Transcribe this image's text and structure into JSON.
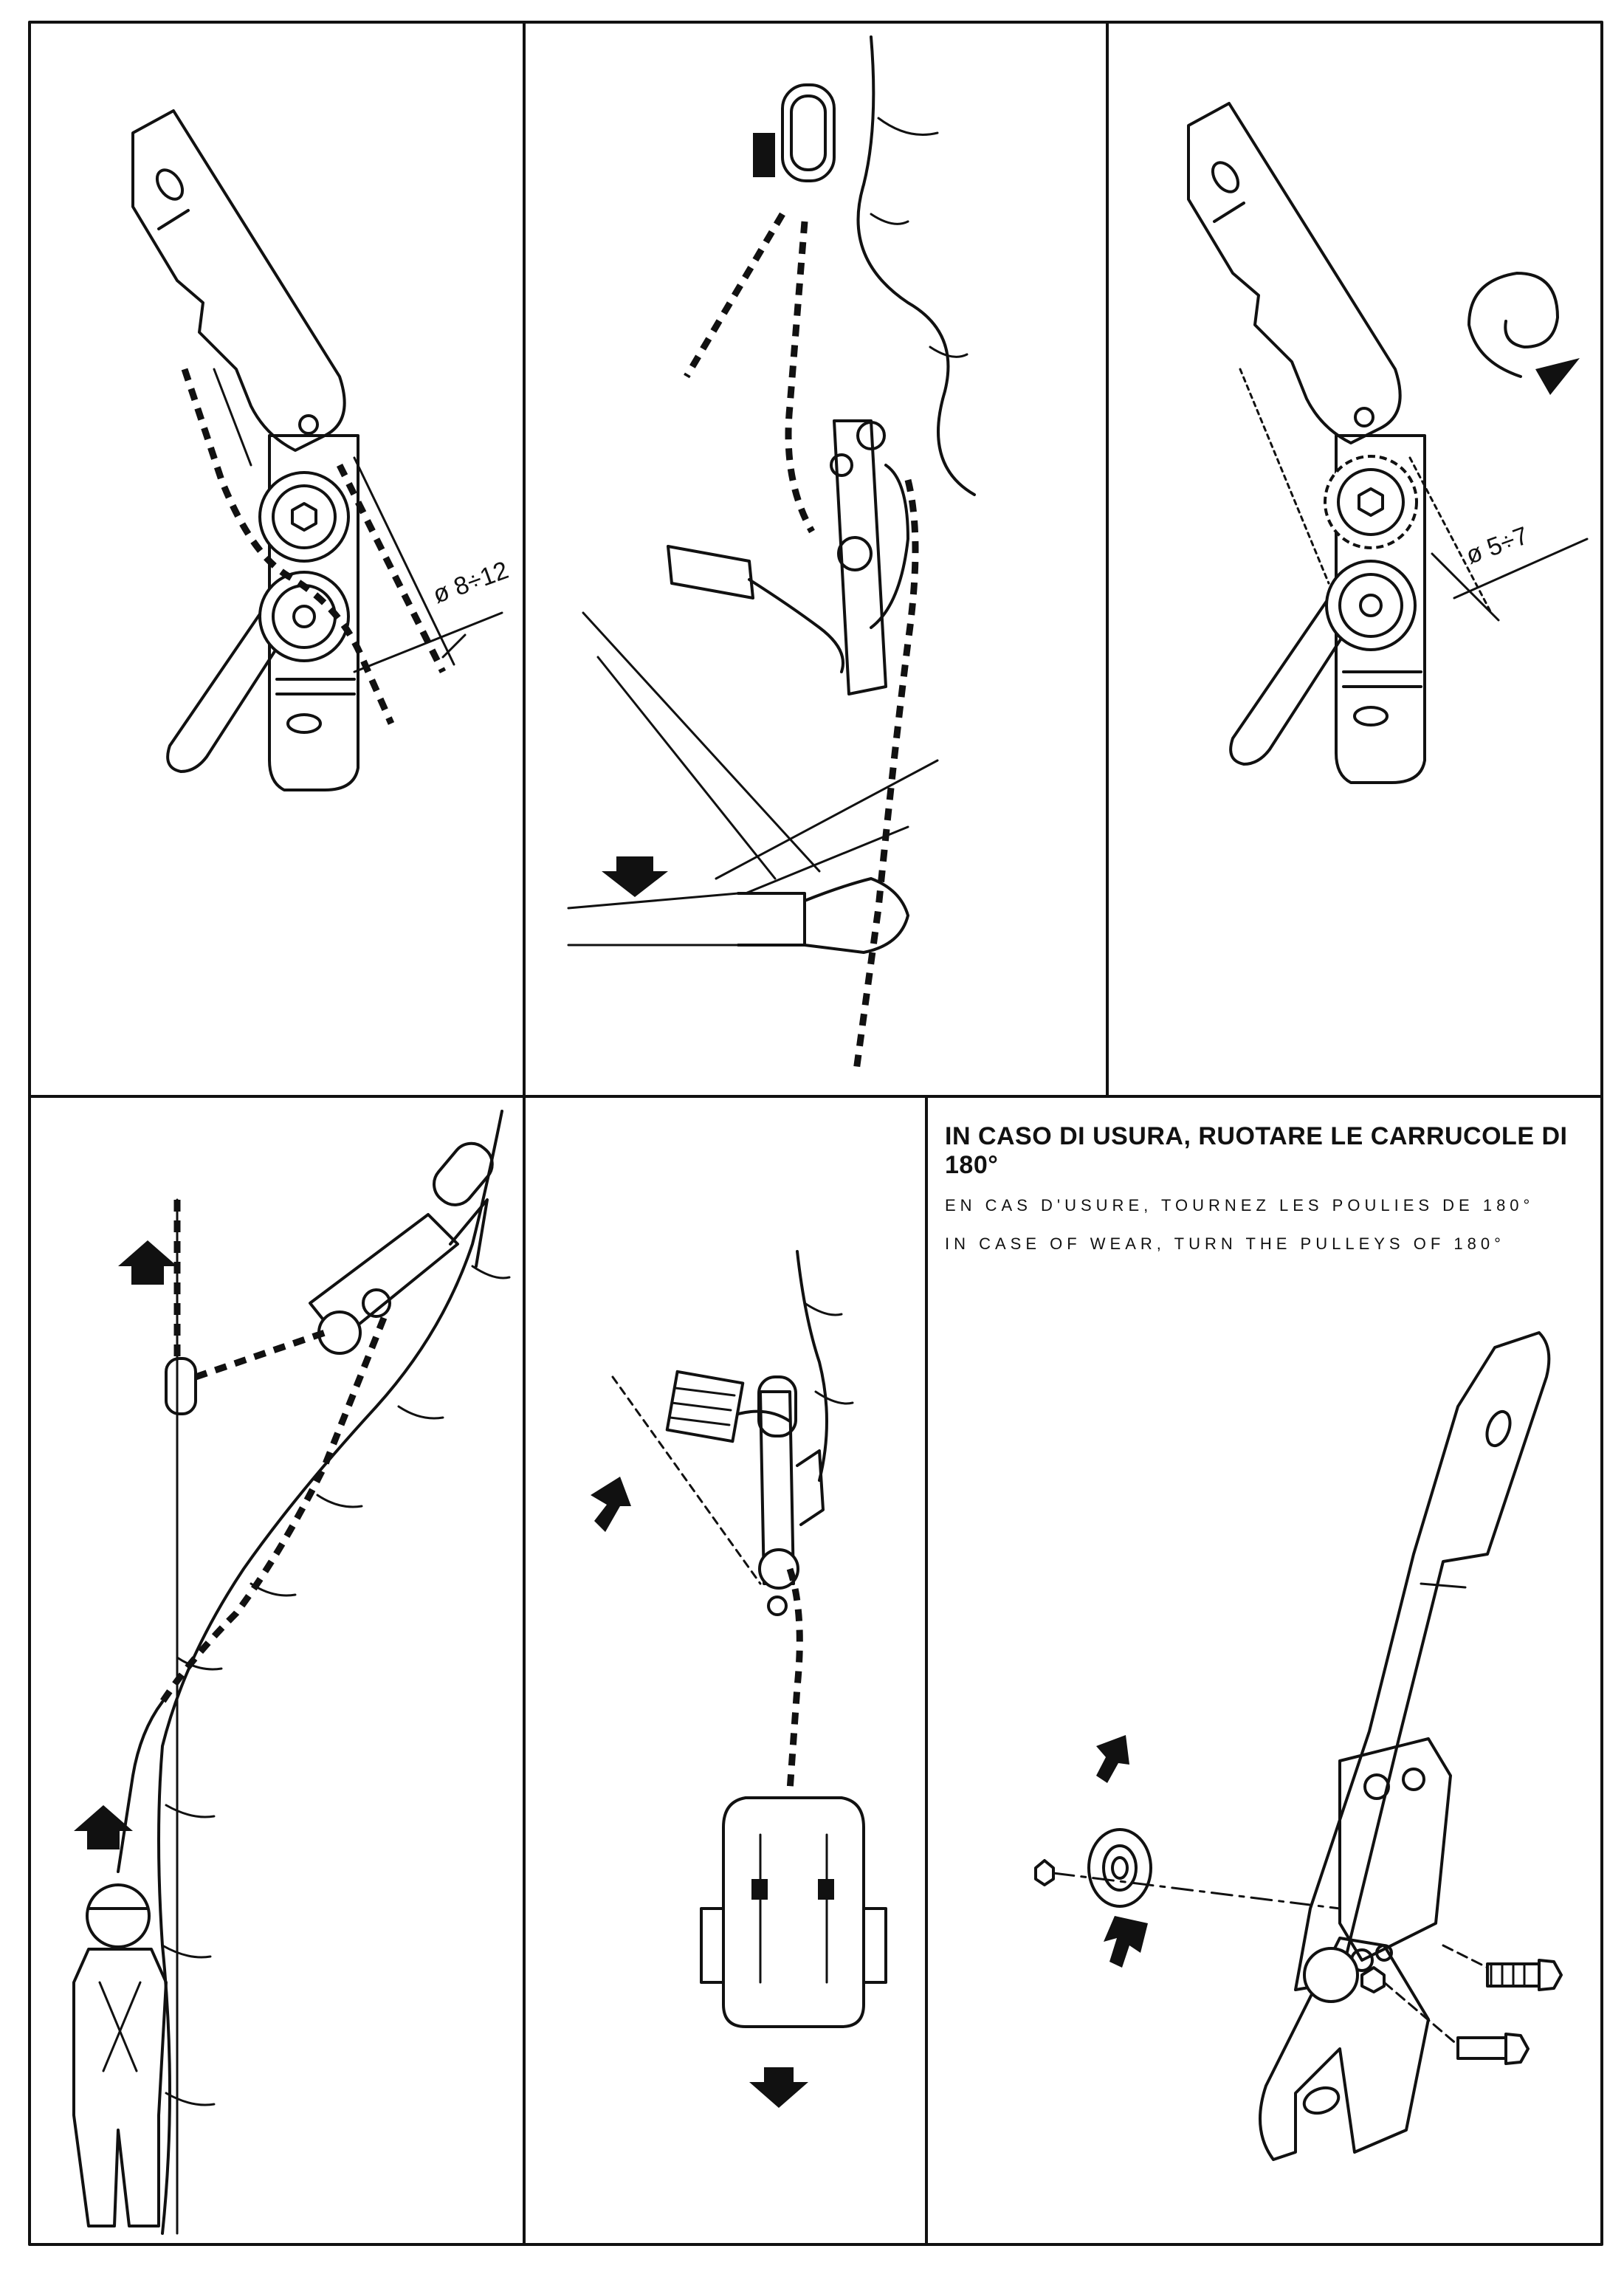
{
  "caption": {
    "italian": "IN CASO DI USURA, RUOTARE LE CARRUCOLE DI 180°",
    "french": "EN CAS D'USURE, TOURNEZ LES POULIES DE 180°",
    "english": "IN CASE OF WEAR, TURN THE PULLEYS OF 180°"
  },
  "dimensions": {
    "rope_large": "ø 8÷12",
    "rope_small": "ø 5÷7"
  },
  "icons": {
    "arrow": "arrow-icon",
    "rotate": "rotate-icon"
  },
  "colors": {
    "ink": "#111111",
    "paper": "#ffffff"
  }
}
